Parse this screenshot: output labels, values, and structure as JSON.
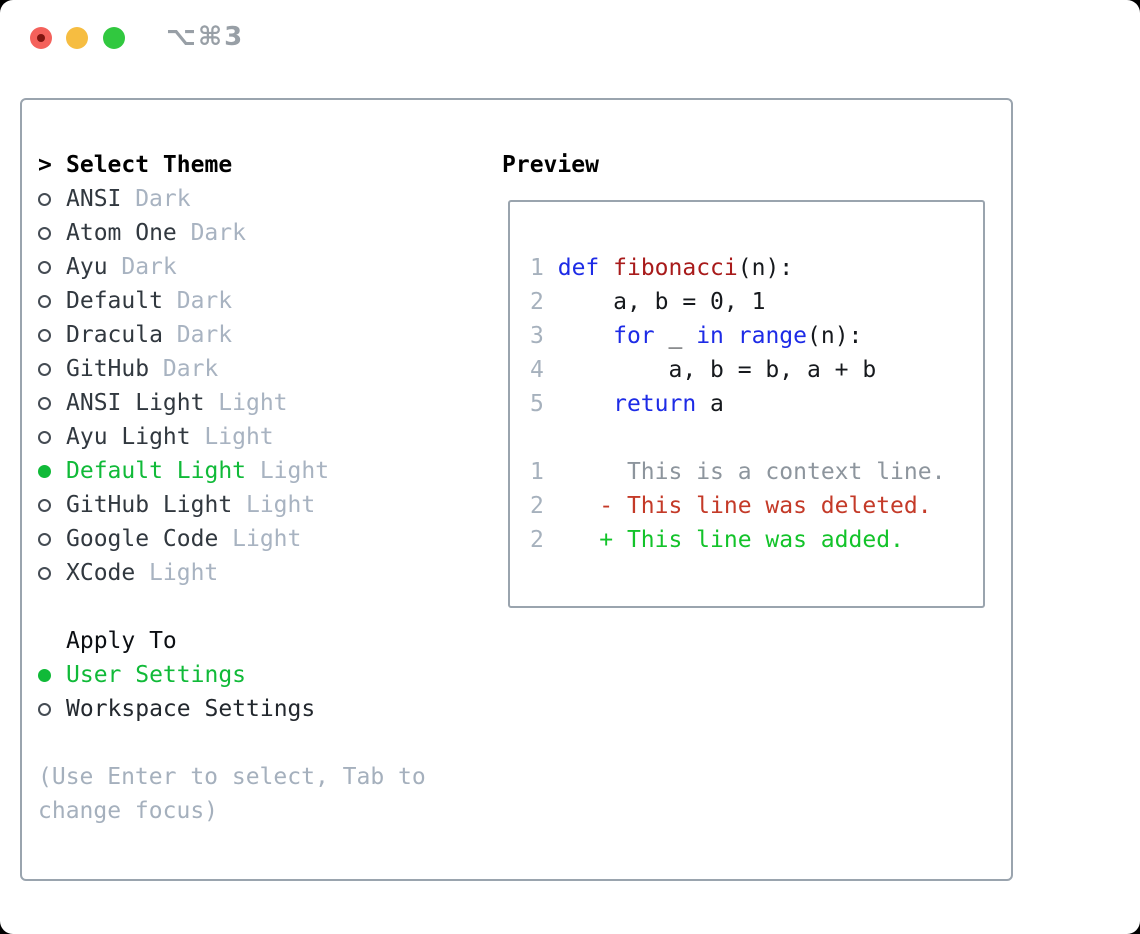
{
  "window": {
    "shortcut_label": "⌥⌘3"
  },
  "traffic_lights": [
    {
      "name": "close",
      "color": "#f4615b",
      "dot_color": "#801510"
    },
    {
      "name": "minimize",
      "color": "#f6bd41"
    },
    {
      "name": "zoom",
      "color": "#31c83f"
    }
  ],
  "theme_list": {
    "focus_caret": ">",
    "header": "Select Theme",
    "items": [
      {
        "name": "ANSI",
        "variant": "Dark",
        "selected": false
      },
      {
        "name": "Atom One",
        "variant": "Dark",
        "selected": false
      },
      {
        "name": "Ayu",
        "variant": "Dark",
        "selected": false
      },
      {
        "name": "Default",
        "variant": "Dark",
        "selected": false
      },
      {
        "name": "Dracula",
        "variant": "Dark",
        "selected": false
      },
      {
        "name": "GitHub",
        "variant": "Dark",
        "selected": false
      },
      {
        "name": "ANSI Light",
        "variant": "Light",
        "selected": false
      },
      {
        "name": "Ayu Light",
        "variant": "Light",
        "selected": false
      },
      {
        "name": "Default Light",
        "variant": "Light",
        "selected": true
      },
      {
        "name": "GitHub Light",
        "variant": "Light",
        "selected": false
      },
      {
        "name": "Google Code",
        "variant": "Light",
        "selected": false
      },
      {
        "name": "XCode",
        "variant": "Light",
        "selected": false
      }
    ]
  },
  "apply_to": {
    "header": "Apply To",
    "options": [
      {
        "label": "User Settings",
        "selected": true
      },
      {
        "label": "Workspace Settings",
        "selected": false
      }
    ]
  },
  "hint": {
    "line1": "(Use Enter to select, Tab to",
    "line2": "change focus)"
  },
  "preview": {
    "header": "Preview",
    "lines": [
      [
        {
          "t": "1",
          "c": "num"
        },
        {
          "t": " ",
          "c": "plain"
        },
        {
          "t": "def",
          "c": "kw"
        },
        {
          "t": " ",
          "c": "plain"
        },
        {
          "t": "fibonacci",
          "c": "fn"
        },
        {
          "t": "(n):",
          "c": "plain"
        }
      ],
      [
        {
          "t": "2",
          "c": "num"
        },
        {
          "t": "     a, b = 0, 1",
          "c": "plain"
        }
      ],
      [
        {
          "t": "3",
          "c": "num"
        },
        {
          "t": "     ",
          "c": "plain"
        },
        {
          "t": "for",
          "c": "kw"
        },
        {
          "t": " _ ",
          "c": "plain"
        },
        {
          "t": "in",
          "c": "kw"
        },
        {
          "t": " ",
          "c": "plain"
        },
        {
          "t": "range",
          "c": "kw"
        },
        {
          "t": "(n):",
          "c": "plain"
        }
      ],
      [
        {
          "t": "4",
          "c": "num"
        },
        {
          "t": "         a, b = b, a + b",
          "c": "plain"
        }
      ],
      [
        {
          "t": "5",
          "c": "num"
        },
        {
          "t": "     ",
          "c": "plain"
        },
        {
          "t": "return",
          "c": "kw"
        },
        {
          "t": " a",
          "c": "plain"
        }
      ],
      [],
      [
        {
          "t": "1",
          "c": "num"
        },
        {
          "t": "      ",
          "c": "plain"
        },
        {
          "t": "This is a context line.",
          "c": "ctx"
        }
      ],
      [
        {
          "t": "2",
          "c": "num"
        },
        {
          "t": "    ",
          "c": "plain"
        },
        {
          "t": "- This line was deleted.",
          "c": "del"
        }
      ],
      [
        {
          "t": "2",
          "c": "num"
        },
        {
          "t": "    ",
          "c": "plain"
        },
        {
          "t": "+ This line was added.",
          "c": "add"
        }
      ]
    ]
  },
  "colors": {
    "selection_green": "#10ba38",
    "keyword_blue": "#1d2be6",
    "function_red": "#a81b1b",
    "deleted_red": "#c43a28",
    "added_green": "#13c32a",
    "muted_gray": "#a8b3c1",
    "linenum_gray": "#a6b1bd",
    "context_gray": "#8d959d",
    "border_gray": "#9aa4ae",
    "hint_gray": "#a5b0bd"
  }
}
